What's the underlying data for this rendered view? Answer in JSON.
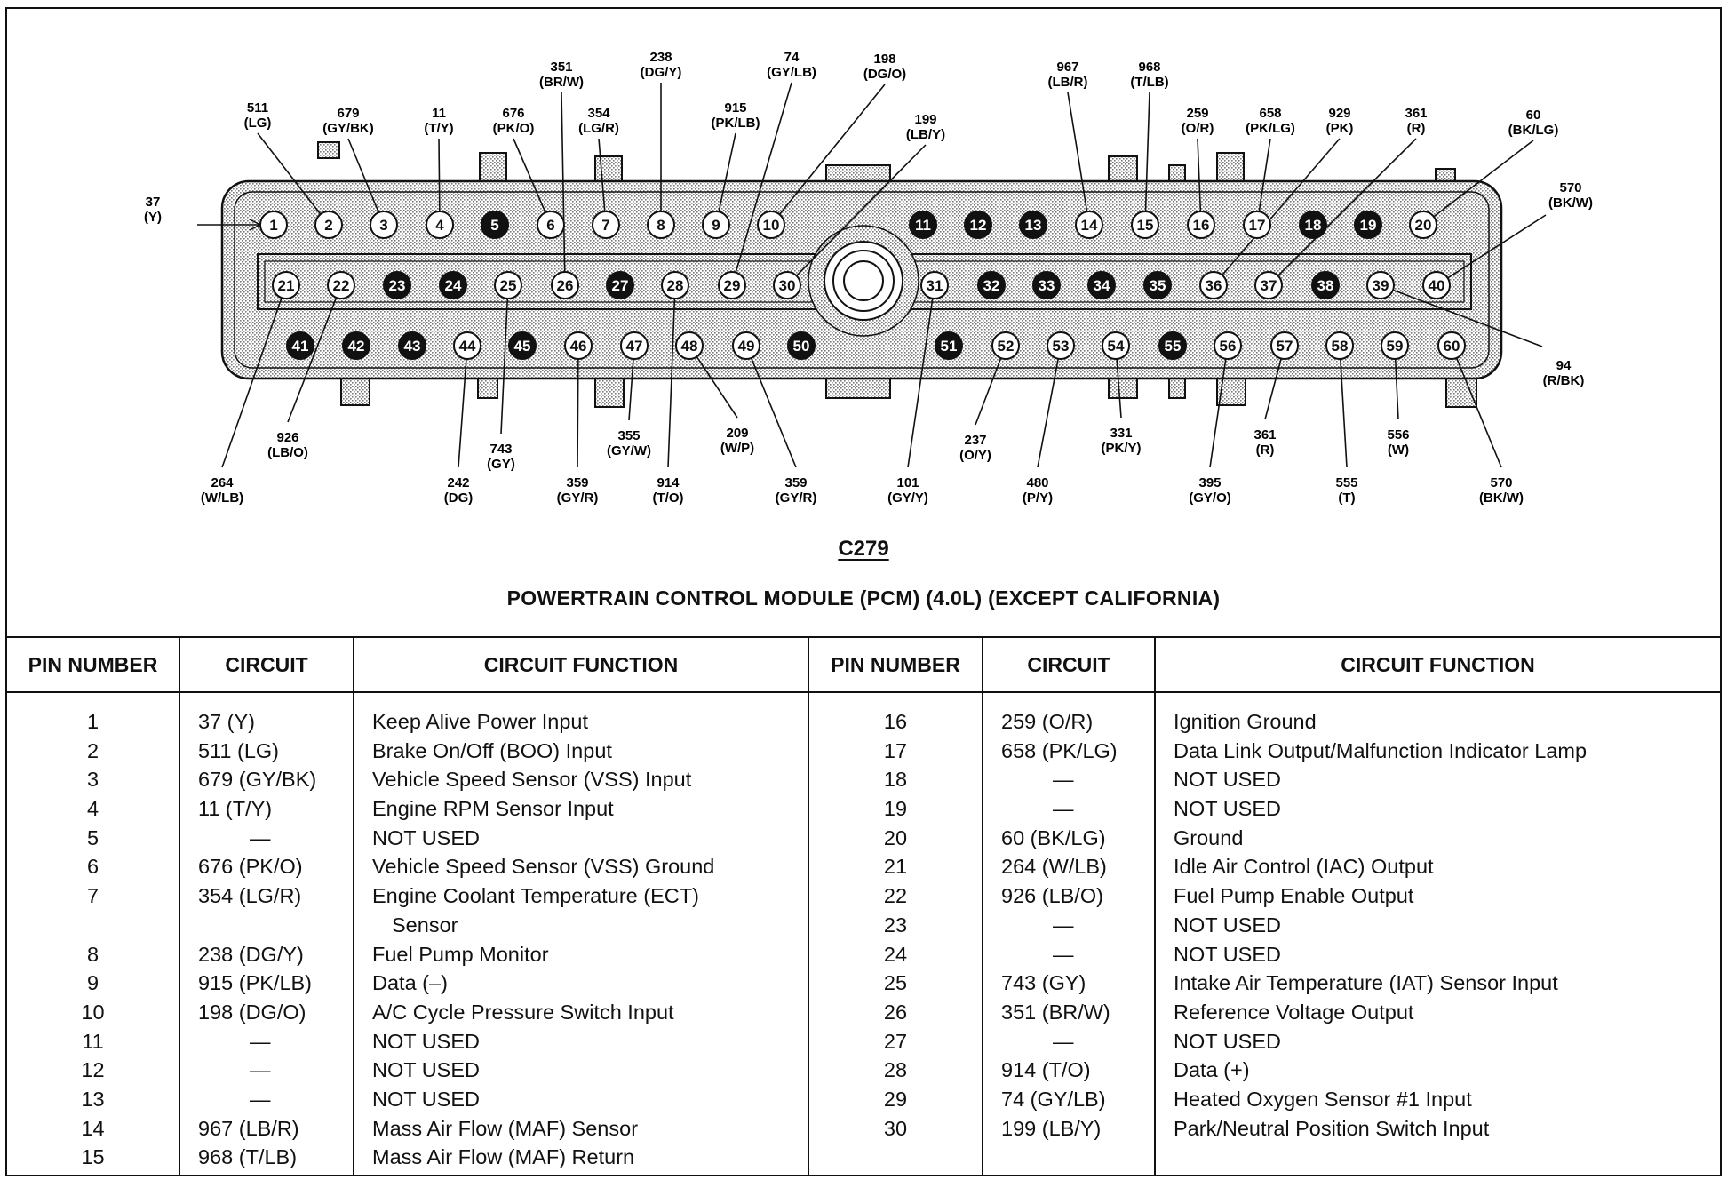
{
  "diagram": {
    "connector_id": "C279",
    "title": "POWERTRAIN CONTROL MODULE (PCM) (4.0L) (EXCEPT CALIFORNIA)",
    "used_pin_fill": "#ffffff",
    "unused_pin_fill": "#111111",
    "pins": [
      {
        "n": "1",
        "used": true
      },
      {
        "n": "2",
        "used": true
      },
      {
        "n": "3",
        "used": true
      },
      {
        "n": "4",
        "used": true
      },
      {
        "n": "5",
        "used": false
      },
      {
        "n": "6",
        "used": true
      },
      {
        "n": "7",
        "used": true
      },
      {
        "n": "8",
        "used": true
      },
      {
        "n": "9",
        "used": true
      },
      {
        "n": "10",
        "used": true
      },
      {
        "n": "11",
        "used": false
      },
      {
        "n": "12",
        "used": false
      },
      {
        "n": "13",
        "used": false
      },
      {
        "n": "14",
        "used": true
      },
      {
        "n": "15",
        "used": true
      },
      {
        "n": "16",
        "used": true
      },
      {
        "n": "17",
        "used": true
      },
      {
        "n": "18",
        "used": false
      },
      {
        "n": "19",
        "used": false
      },
      {
        "n": "20",
        "used": true
      },
      {
        "n": "21",
        "used": true
      },
      {
        "n": "22",
        "used": true
      },
      {
        "n": "23",
        "used": false
      },
      {
        "n": "24",
        "used": false
      },
      {
        "n": "25",
        "used": true
      },
      {
        "n": "26",
        "used": true
      },
      {
        "n": "27",
        "used": false
      },
      {
        "n": "28",
        "used": true
      },
      {
        "n": "29",
        "used": true
      },
      {
        "n": "30",
        "used": true
      },
      {
        "n": "31",
        "used": true
      },
      {
        "n": "32",
        "used": false
      },
      {
        "n": "33",
        "used": false
      },
      {
        "n": "34",
        "used": false
      },
      {
        "n": "35",
        "used": false
      },
      {
        "n": "36",
        "used": true
      },
      {
        "n": "37",
        "used": true
      },
      {
        "n": "38",
        "used": false
      },
      {
        "n": "39",
        "used": true
      },
      {
        "n": "40",
        "used": true
      },
      {
        "n": "41",
        "used": false
      },
      {
        "n": "42",
        "used": false
      },
      {
        "n": "43",
        "used": false
      },
      {
        "n": "44",
        "used": true
      },
      {
        "n": "45",
        "used": false
      },
      {
        "n": "46",
        "used": true
      },
      {
        "n": "47",
        "used": true
      },
      {
        "n": "48",
        "used": true
      },
      {
        "n": "49",
        "used": true
      },
      {
        "n": "50",
        "used": false
      },
      {
        "n": "51",
        "used": false
      },
      {
        "n": "52",
        "used": true
      },
      {
        "n": "53",
        "used": true
      },
      {
        "n": "54",
        "used": true
      },
      {
        "n": "55",
        "used": false
      },
      {
        "n": "56",
        "used": true
      },
      {
        "n": "57",
        "used": true
      },
      {
        "n": "58",
        "used": true
      },
      {
        "n": "59",
        "used": true
      },
      {
        "n": "60",
        "used": true
      }
    ],
    "callouts": [
      {
        "pin": "1",
        "circuit": "37",
        "color": "(Y)"
      },
      {
        "pin": "2",
        "circuit": "511",
        "color": "(LG)"
      },
      {
        "pin": "3",
        "circuit": "679",
        "color": "(GY/BK)"
      },
      {
        "pin": "4",
        "circuit": "11",
        "color": "(T/Y)"
      },
      {
        "pin": "6",
        "circuit": "676",
        "color": "(PK/O)"
      },
      {
        "pin": "26",
        "circuit": "351",
        "color": "(BR/W)"
      },
      {
        "pin": "7",
        "circuit": "354",
        "color": "(LG/R)"
      },
      {
        "pin": "8",
        "circuit": "238",
        "color": "(DG/Y)"
      },
      {
        "pin": "9",
        "circuit": "915",
        "color": "(PK/LB)"
      },
      {
        "pin": "29",
        "circuit": "74",
        "color": "(GY/LB)"
      },
      {
        "pin": "10",
        "circuit": "198",
        "color": "(DG/O)"
      },
      {
        "pin": "30",
        "circuit": "199",
        "color": "(LB/Y)"
      },
      {
        "pin": "14",
        "circuit": "967",
        "color": "(LB/R)"
      },
      {
        "pin": "15",
        "circuit": "968",
        "color": "(T/LB)"
      },
      {
        "pin": "16",
        "circuit": "259",
        "color": "(O/R)"
      },
      {
        "pin": "17",
        "circuit": "658",
        "color": "(PK/LG)"
      },
      {
        "pin": "36",
        "circuit": "929",
        "color": "(PK)"
      },
      {
        "pin": "37",
        "circuit": "361",
        "color": "(R)"
      },
      {
        "pin": "20",
        "circuit": "60",
        "color": "(BK/LG)"
      },
      {
        "pin": "40",
        "circuit": "570",
        "color": "(BK/W)"
      },
      {
        "pin": "39",
        "circuit": "94",
        "color": "(R/BK)"
      },
      {
        "pin": "21",
        "circuit": "264",
        "color": "(W/LB)"
      },
      {
        "pin": "22",
        "circuit": "926",
        "color": "(LB/O)"
      },
      {
        "pin": "44",
        "circuit": "242",
        "color": "(DG)"
      },
      {
        "pin": "25",
        "circuit": "743",
        "color": "(GY)"
      },
      {
        "pin": "46",
        "circuit": "359",
        "color": "(GY/R)"
      },
      {
        "pin": "47",
        "circuit": "355",
        "color": "(GY/W)"
      },
      {
        "pin": "28",
        "circuit": "914",
        "color": "(T/O)"
      },
      {
        "pin": "48",
        "circuit": "209",
        "color": "(W/P)"
      },
      {
        "pin": "49",
        "circuit": "359",
        "color": "(GY/R)"
      },
      {
        "pin": "31",
        "circuit": "101",
        "color": "(GY/Y)"
      },
      {
        "pin": "52",
        "circuit": "237",
        "color": "(O/Y)"
      },
      {
        "pin": "53",
        "circuit": "480",
        "color": "(P/Y)"
      },
      {
        "pin": "54",
        "circuit": "331",
        "color": "(PK/Y)"
      },
      {
        "pin": "56",
        "circuit": "395",
        "color": "(GY/O)"
      },
      {
        "pin": "57",
        "circuit": "361",
        "color": "(R)"
      },
      {
        "pin": "58",
        "circuit": "555",
        "color": "(T)"
      },
      {
        "pin": "59",
        "circuit": "556",
        "color": "(W)"
      },
      {
        "pin": "60",
        "circuit": "570",
        "color": "(BK/W)"
      }
    ]
  },
  "table": {
    "headers": [
      "PIN NUMBER",
      "CIRCUIT",
      "CIRCUIT FUNCTION",
      "PIN NUMBER",
      "CIRCUIT",
      "CIRCUIT FUNCTION"
    ],
    "left_rows": [
      {
        "pin": "1",
        "circuit": "37 (Y)",
        "function": [
          "Keep Alive Power Input"
        ]
      },
      {
        "pin": "2",
        "circuit": "511 (LG)",
        "function": [
          "Brake On/Off (BOO) Input"
        ]
      },
      {
        "pin": "3",
        "circuit": "679 (GY/BK)",
        "function": [
          "Vehicle Speed Sensor (VSS) Input"
        ]
      },
      {
        "pin": "4",
        "circuit": "11 (T/Y)",
        "function": [
          "Engine RPM Sensor Input"
        ]
      },
      {
        "pin": "5",
        "circuit": "—",
        "function": [
          "NOT USED"
        ]
      },
      {
        "pin": "6",
        "circuit": "676 (PK/O)",
        "function": [
          "Vehicle Speed Sensor (VSS) Ground"
        ]
      },
      {
        "pin": "7",
        "circuit": "354 (LG/R)",
        "function": [
          "Engine Coolant Temperature (ECT)",
          "Sensor"
        ]
      },
      {
        "pin": "8",
        "circuit": "238 (DG/Y)",
        "function": [
          "Fuel Pump Monitor"
        ]
      },
      {
        "pin": "9",
        "circuit": "915 (PK/LB)",
        "function": [
          "Data (–)"
        ]
      },
      {
        "pin": "10",
        "circuit": "198 (DG/O)",
        "function": [
          "A/C Cycle Pressure Switch Input"
        ]
      },
      {
        "pin": "11",
        "circuit": "—",
        "function": [
          "NOT USED"
        ]
      },
      {
        "pin": "12",
        "circuit": "—",
        "function": [
          "NOT USED"
        ]
      },
      {
        "pin": "13",
        "circuit": "—",
        "function": [
          "NOT USED"
        ]
      },
      {
        "pin": "14",
        "circuit": "967 (LB/R)",
        "function": [
          "Mass Air Flow (MAF) Sensor"
        ]
      },
      {
        "pin": "15",
        "circuit": "968 (T/LB)",
        "function": [
          "Mass Air Flow (MAF) Return"
        ]
      }
    ],
    "right_rows": [
      {
        "pin": "16",
        "circuit": "259 (O/R)",
        "function": [
          "Ignition Ground"
        ]
      },
      {
        "pin": "17",
        "circuit": "658 (PK/LG)",
        "function": [
          "Data Link Output/Malfunction Indicator Lamp"
        ]
      },
      {
        "pin": "18",
        "circuit": "—",
        "function": [
          "NOT USED"
        ]
      },
      {
        "pin": "19",
        "circuit": "—",
        "function": [
          "NOT USED"
        ]
      },
      {
        "pin": "20",
        "circuit": "60 (BK/LG)",
        "function": [
          "Ground"
        ]
      },
      {
        "pin": "21",
        "circuit": "264 (W/LB)",
        "function": [
          "Idle Air Control (IAC) Output"
        ]
      },
      {
        "pin": "22",
        "circuit": "926 (LB/O)",
        "function": [
          "Fuel Pump Enable Output"
        ]
      },
      {
        "pin": "23",
        "circuit": "—",
        "function": [
          "NOT USED"
        ]
      },
      {
        "pin": "24",
        "circuit": "—",
        "function": [
          "NOT USED"
        ]
      },
      {
        "pin": "25",
        "circuit": "743 (GY)",
        "function": [
          "Intake Air Temperature (IAT) Sensor Input"
        ]
      },
      {
        "pin": "26",
        "circuit": "351 (BR/W)",
        "function": [
          "Reference Voltage Output"
        ]
      },
      {
        "pin": "27",
        "circuit": "—",
        "function": [
          "NOT USED"
        ]
      },
      {
        "pin": "28",
        "circuit": "914 (T/O)",
        "function": [
          "Data (+)"
        ]
      },
      {
        "pin": "29",
        "circuit": "74 (GY/LB)",
        "function": [
          "Heated Oxygen Sensor #1 Input"
        ]
      },
      {
        "pin": "30",
        "circuit": "199 (LB/Y)",
        "function": [
          "Park/Neutral Position Switch Input"
        ]
      }
    ]
  }
}
